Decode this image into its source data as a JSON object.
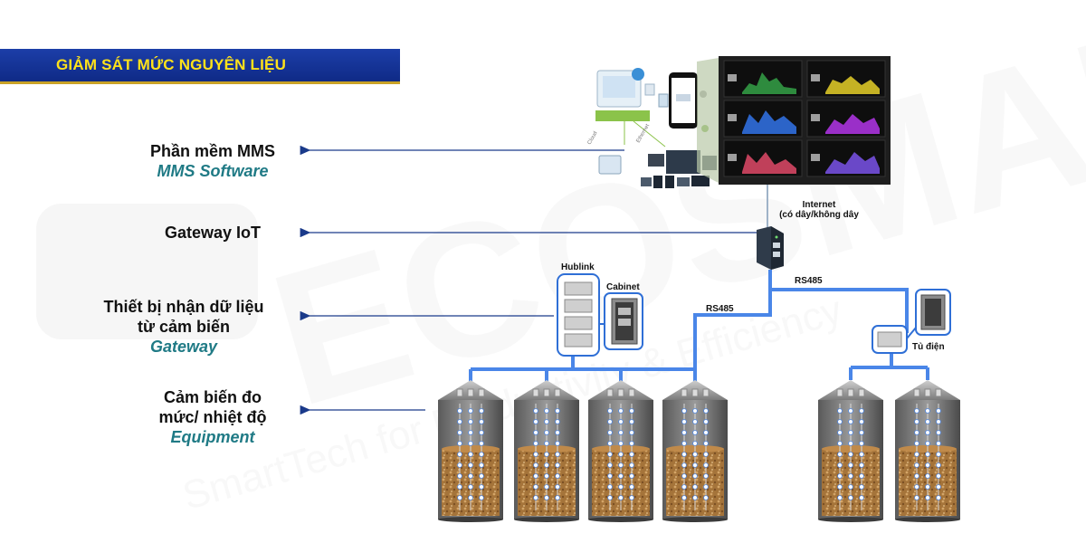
{
  "header": {
    "title": "GIẢM SÁT MỨC NGUYÊN LIỆU"
  },
  "watermark": {
    "brand": "ECOSMART",
    "tagline": "SmartTech for Productivity & Efficiency"
  },
  "legend": {
    "software": {
      "vi": "Phần mềm MMS",
      "en": "MMS Software"
    },
    "gateway_iot": {
      "vi": "Gateway IoT"
    },
    "receiver": {
      "vi_line1": "Thiết bị nhận dữ liệu",
      "vi_line2": "từ cảm biến",
      "en": "Gateway"
    },
    "sensor": {
      "vi_line1": "Cảm biến đo",
      "vi_line2": "mức/ nhiệt độ",
      "en": "Equipment"
    }
  },
  "diagram": {
    "internet_line1": "Internet",
    "internet_line2": "(có dây/không dây",
    "rs485_right": "RS485",
    "rs485_left": "RS485",
    "hublink": "Hublink",
    "cabinet": "Cabinet",
    "tu_dien": "Tủ điện"
  },
  "colors": {
    "bus": "#4a86e8",
    "title_bg": "#1a3a9e",
    "title_text": "#ffe21a",
    "accent_text": "#1f7a85"
  }
}
